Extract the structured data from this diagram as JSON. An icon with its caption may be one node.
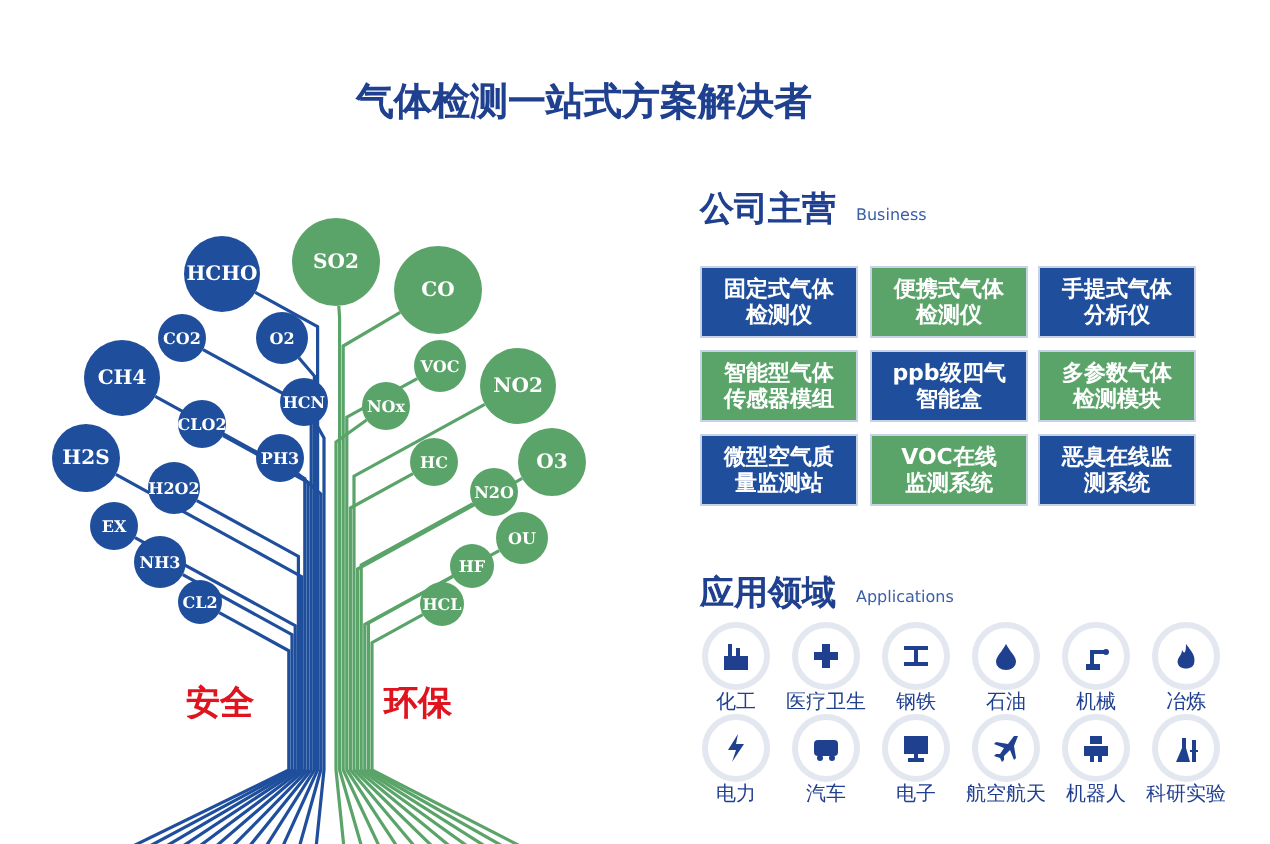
{
  "diagram": {
    "title": "气体检测一站式方案解决者",
    "nodes": [
      {
        "text": [
          "HCHO"
        ]
      },
      {
        "text": [
          "SO2"
        ]
      },
      {
        "text": [
          "CO"
        ]
      },
      {
        "text": [
          "CO2"
        ]
      },
      {
        "text": [
          "O2"
        ]
      },
      {
        "text": [
          "CH4"
        ]
      },
      {
        "text": [
          "VOC"
        ]
      },
      {
        "text": [
          "NO2"
        ]
      },
      {
        "text": [
          "HCN"
        ]
      },
      {
        "text": [
          "NOx"
        ]
      },
      {
        "text": [
          "CLO2"
        ]
      },
      {
        "text": [
          "H2S"
        ]
      },
      {
        "text": [
          "PH3"
        ]
      },
      {
        "text": [
          "HC"
        ]
      },
      {
        "text": [
          "O3"
        ]
      },
      {
        "text": [
          "H2O2"
        ]
      },
      {
        "text": [
          "N2O"
        ]
      },
      {
        "text": [
          "EX"
        ]
      },
      {
        "text": [
          "OU"
        ]
      },
      {
        "text": [
          "NH3"
        ]
      },
      {
        "text": [
          "HF"
        ]
      },
      {
        "text": [
          "CL2"
        ]
      },
      {
        "text": [
          "HCL"
        ]
      },
      {
        "text": [
          "固定式气体检测仪"
        ]
      },
      {
        "text": [
          "便携式气体检测仪"
        ]
      },
      {
        "text": [
          "手提式气体分析仪"
        ]
      },
      {
        "text": [
          "智能型气体传感器模组"
        ]
      },
      {
        "text": [
          "ppb级四气智能盒"
        ]
      },
      {
        "text": [
          "多参数气体检测模块"
        ]
      },
      {
        "text": [
          "微型空气质量监测站"
        ]
      },
      {
        "text": [
          "VOC在线监测系统"
        ]
      },
      {
        "text": [
          "恶臭在线监测系统"
        ]
      },
      {
        "text": [
          "化工"
        ]
      },
      {
        "text": [
          "医疗卫生"
        ]
      },
      {
        "text": [
          "钢铁"
        ]
      },
      {
        "text": [
          "石油"
        ]
      },
      {
        "text": [
          "机械"
        ]
      },
      {
        "text": [
          "冶炼"
        ]
      },
      {
        "text": [
          "电力"
        ]
      },
      {
        "text": [
          "汽车"
        ]
      },
      {
        "text": [
          "电子"
        ]
      },
      {
        "text": [
          "航空航天"
        ]
      },
      {
        "text": [
          "机器人"
        ]
      },
      {
        "text": [
          "科研实验"
        ]
      }
    ],
    "edges": [
      {
        "from": 0,
        "to": null,
        "arrow": "none"
      },
      {
        "from": 1,
        "to": null,
        "arrow": "none",
        "color": "#5aa469"
      },
      {
        "from": 2,
        "to": null,
        "arrow": "none",
        "color": "#5aa469"
      },
      {
        "from": 3,
        "to": null,
        "arrow": "none"
      },
      {
        "from": 4,
        "to": null,
        "arrow": "none"
      },
      {
        "from": 5,
        "to": null,
        "arrow": "none"
      },
      {
        "from": 6,
        "to": null,
        "arrow": "none",
        "color": "#5aa469"
      },
      {
        "from": 7,
        "to": null,
        "arrow": "none",
        "color": "#5aa469"
      },
      {
        "from": 8,
        "to": null,
        "arrow": "none"
      },
      {
        "from": 9,
        "to": null,
        "arrow": "none",
        "color": "#5aa469"
      },
      {
        "from": 10,
        "to": null,
        "arrow": "none"
      },
      {
        "from": 11,
        "to": null,
        "arrow": "none"
      },
      {
        "from": 12,
        "to": null,
        "arrow": "none"
      },
      {
        "from": 13,
        "to": null,
        "arrow": "none",
        "color": "#5aa469"
      },
      {
        "from": 14,
        "to": null,
        "arrow": "none",
        "color": "#5aa469"
      },
      {
        "from": 15,
        "to": null,
        "arrow": "none"
      },
      {
        "from": 16,
        "to": null,
        "arrow": "none",
        "color": "#5aa469"
      },
      {
        "from": 17,
        "to": null,
        "arrow": "none"
      },
      {
        "from": 18,
        "to": null,
        "arrow": "none",
        "color": "#5aa469"
      },
      {
        "from": 19,
        "to": null,
        "arrow": "none"
      },
      {
        "from": 20,
        "to": null,
        "arrow": "none",
        "color": "#5aa469"
      },
      {
        "from": 21,
        "to": null,
        "arrow": "none"
      },
      {
        "from": 22,
        "to": null,
        "arrow": "none",
        "color": "#5aa469"
      }
    ],
    "labels": [
      "安全",
      "环保",
      "公司主营",
      "Business",
      "应用领域",
      "Applications"
    ]
  }
}
